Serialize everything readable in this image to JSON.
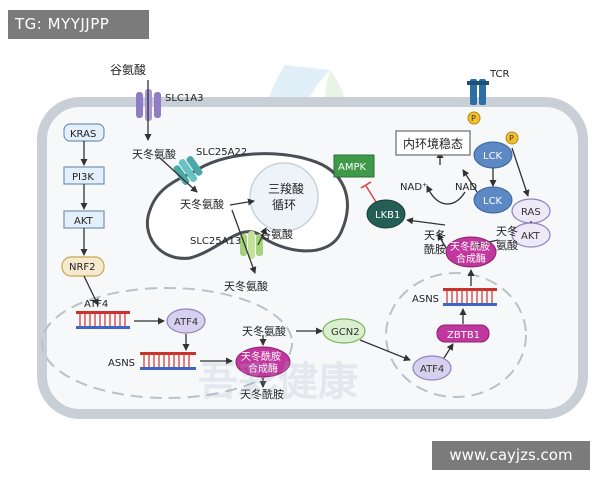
{
  "watermark_top": "TG: MYYJJPP",
  "watermark_bottom": "www.cayjzs.com",
  "watermark_center": "吾彩健康",
  "colors": {
    "membrane": "#c9cfd6",
    "cytoplasm": "#f4f6f8",
    "box_fill": "#e3f0fb",
    "box_stroke": "#6f93b5",
    "ampk_green": "#3e9a4a",
    "lck_blue": "#5c89c4",
    "lkb1_teal": "#245e55",
    "enzyme_magenta": "#c2379d",
    "atf4_lilac": "#d7d1ef",
    "gcn2_green": "#d9efcf",
    "zbtb1_pink": "#c2379d",
    "dna_red": "#c8342c",
    "dna_blue": "#3d67c2",
    "inhibit_red": "#d64040"
  },
  "labels": {
    "glutamate_top": "谷氨酸",
    "slc1a3": "SLC1A3",
    "aspartate_entry": "天冬氨酸",
    "slc25a22": "SLC25A22",
    "aspartate_mito": "天冬氨酸",
    "tca_line1": "三羧酸",
    "tca_line2": "循环",
    "slc25a13": "SLC25A13",
    "glutamate_mito": "谷氨酸",
    "aspartate_below": "天冬氨酸",
    "kras": "KRAS",
    "pi3k": "PI3K",
    "akt_left": "AKT",
    "nrf2": "NRF2",
    "atf4_left_label": "ATF4",
    "atf4_left_node": "ATF4",
    "asns_left": "ASNS",
    "asns_enzyme_left_1": "天冬酰胺",
    "asns_enzyme_left_2": "合成酶",
    "asparagine_bottom": "天冬酰胺",
    "aspartate_mid": "天冬氨酸",
    "gcn2": "GCN2",
    "atf4_right": "ATF4",
    "zbtb1": "ZBTB1",
    "asns_right": "ASNS",
    "asns_enzyme_right_1": "天冬酰胺",
    "asns_enzyme_right_2": "合成酶",
    "asparagine_right_1": "天冬",
    "asparagine_right_2": "酰胺",
    "aspartate_right_1": "天冬",
    "aspartate_right_2": "氨酸",
    "ampk": "AMPK",
    "lkb1": "LKB1",
    "nad_plus": "NAD⁺",
    "nad": "NAD",
    "homeostasis": "内环境稳态",
    "lck_top": "LCK",
    "lck_mid": "LCK",
    "ras": "RAS",
    "akt_right": "AKT",
    "tcr": "TCR",
    "p1": "P",
    "p2": "P"
  }
}
